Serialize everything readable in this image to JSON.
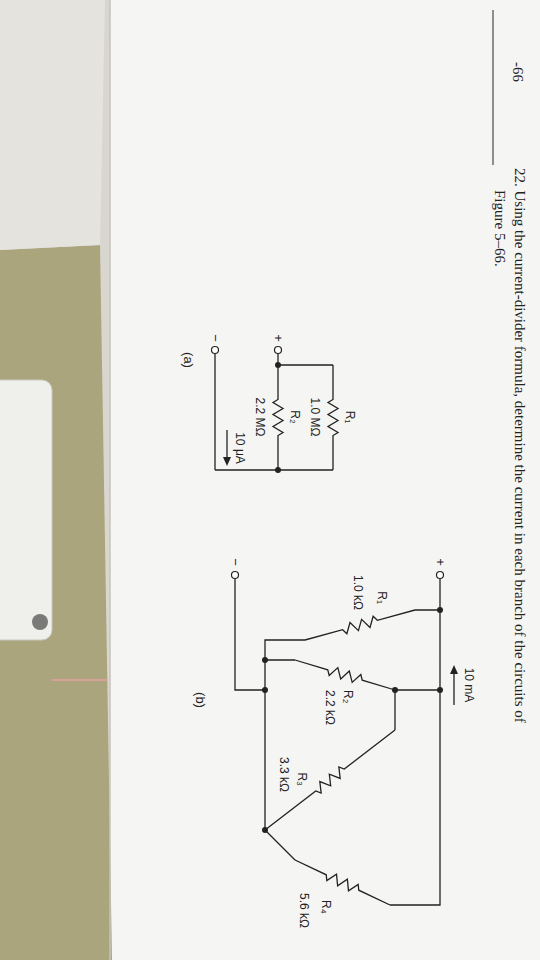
{
  "diagram": {
    "labels": [
      "-66",
      "22. Using the current-divider formula, determine the current in each branch of the circuits of Figure 5–66.",
      "+",
      "R₁",
      "1.0 MΩ",
      "R₂",
      "2.2 MΩ",
      "10 μA",
      "−",
      "(a)",
      "+",
      "10 mA",
      "R₁",
      "1.0 kΩ",
      "R₂",
      "2.2 kΩ",
      "R₃",
      "3.3 kΩ",
      "R₄",
      "5.6 kΩ",
      "−",
      "(b)"
    ]
  }
}
